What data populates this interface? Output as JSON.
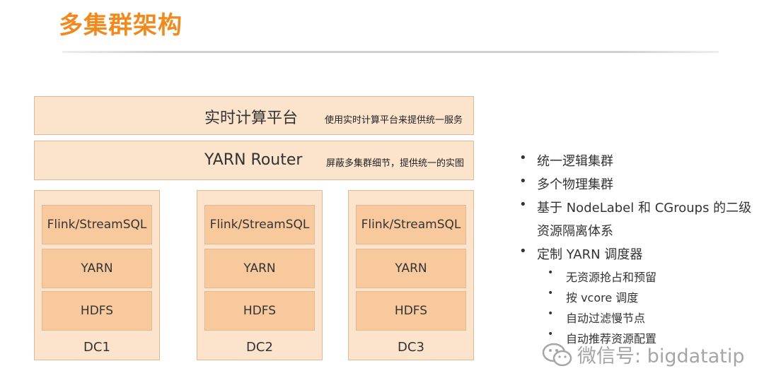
{
  "page": {
    "title": "多集群架构"
  },
  "top_bar": {
    "label": "实时计算平台",
    "note": "使用实时计算平台来提供统一服务"
  },
  "router_bar": {
    "label": "YARN Router",
    "note": "屏蔽多集群细节，提供统一的实图"
  },
  "datacenters": [
    {
      "name": "DC1",
      "layers": [
        "Flink/StreamSQL",
        "YARN",
        "HDFS"
      ]
    },
    {
      "name": "DC2",
      "layers": [
        "Flink/StreamSQL",
        "YARN",
        "HDFS"
      ]
    },
    {
      "name": "DC3",
      "layers": [
        "Flink/StreamSQL",
        "YARN",
        "HDFS"
      ]
    }
  ],
  "bullets": {
    "b1": "统一逻辑集群",
    "b2": "多个物理集群",
    "b3": "基于 NodeLabel 和 CGroups 的二级",
    "b3_cont": "资源隔离体系",
    "b4": "定制 YARN 调度器",
    "sub": [
      "无资源抢占和预留",
      "按 vcore 调度",
      "自动过滤慢节点",
      "自动推荐资源配置"
    ]
  },
  "watermark": {
    "text": "微信号: bigdatatip",
    "icon": "wechat-icon"
  },
  "colors": {
    "accent": "#f08a1e",
    "box_fill": "#fbe3cc",
    "layer_fill": "#f9c99e",
    "border": "#e2b995"
  }
}
